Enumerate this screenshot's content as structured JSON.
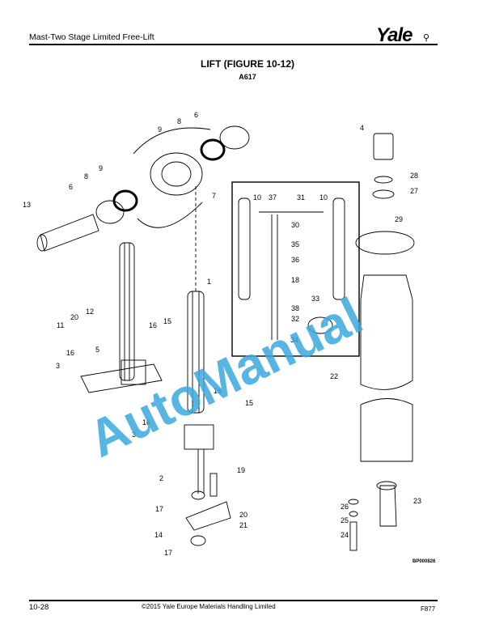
{
  "header": {
    "title": "Mast-Two Stage Limited Free-Lift",
    "logo": "Yale"
  },
  "figure": {
    "title": "LIFT (FIGURE 10-12)",
    "subtitle": "A617",
    "code": "BP000826",
    "watermark": "AutoManual",
    "callouts": [
      "6",
      "8",
      "9",
      "9",
      "8",
      "6",
      "7",
      "13",
      "1",
      "16",
      "15",
      "16",
      "5",
      "3",
      "12",
      "20",
      "11",
      "16",
      "15",
      "16",
      "3",
      "2",
      "19",
      "17",
      "20",
      "21",
      "14",
      "17",
      "4",
      "28",
      "27",
      "29",
      "22",
      "23",
      "26",
      "25",
      "24",
      "10",
      "37",
      "31",
      "10",
      "30",
      "35",
      "36",
      "18",
      "33",
      "38",
      "32",
      "34"
    ]
  },
  "footer": {
    "page": "10-28",
    "copyright": "©2015 Yale Europe Materials Handling Limited",
    "doc": "F877"
  }
}
